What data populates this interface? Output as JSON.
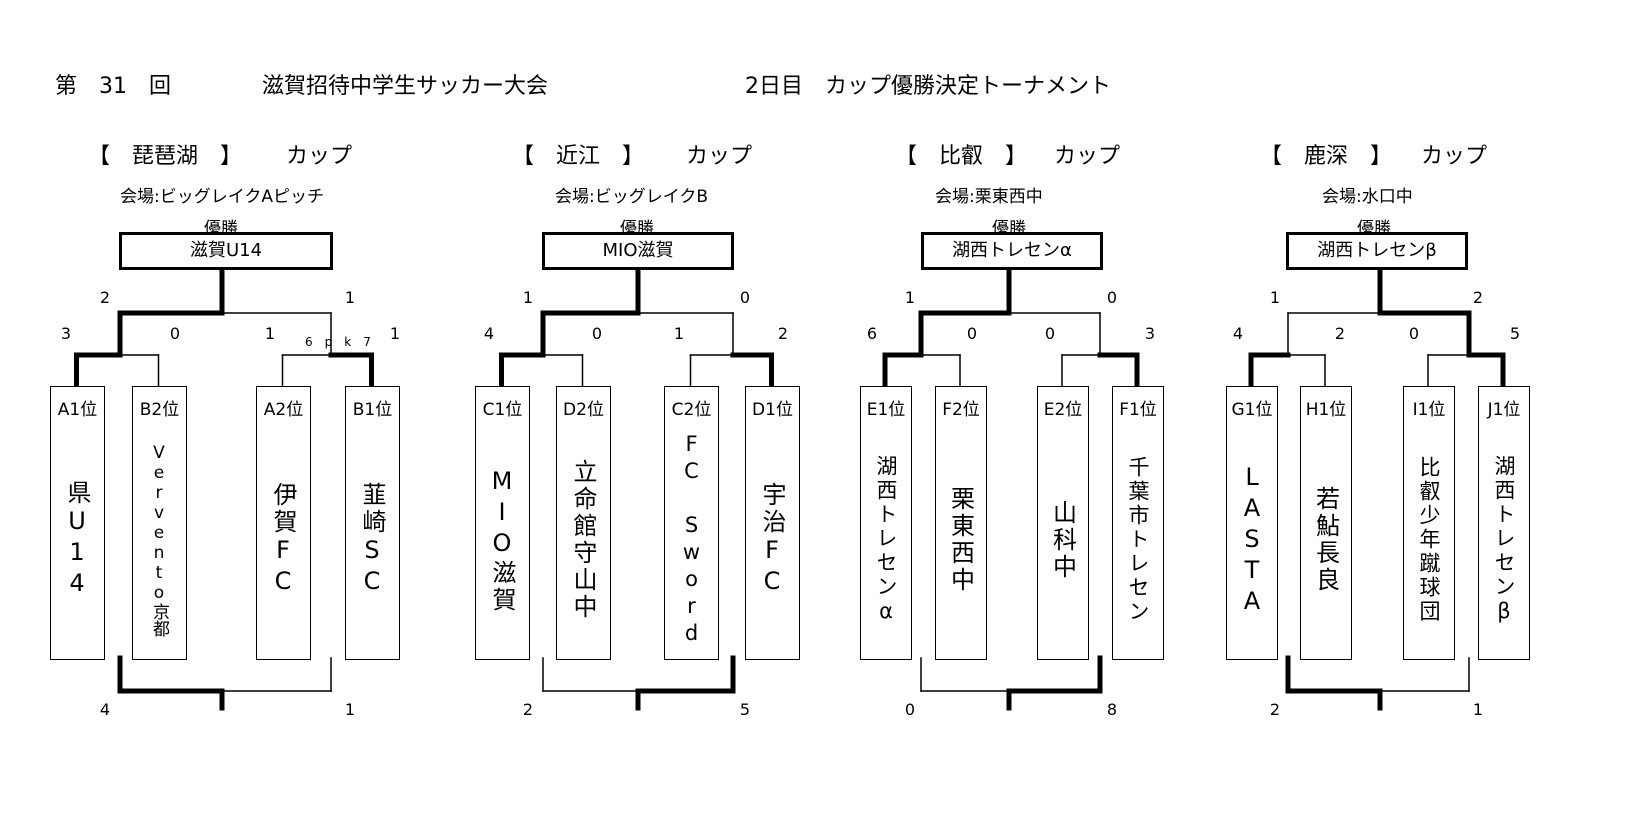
{
  "header": {
    "edition": "第　31　回",
    "tournament": "滋賀招待中学生サッカー大会",
    "day": "2日目　カップ優勝決定トーナメント"
  },
  "win_label": "優勝",
  "cups": [
    {
      "name": "【　琵琶湖　】",
      "suffix": "カップ",
      "venue": "会場:ビッグレイクAピッチ",
      "champion": "滋賀U14",
      "final_top_scores": [
        "2",
        "1"
      ],
      "semi_scores": [
        "3",
        "0",
        "1",
        "1"
      ],
      "pk": "6　p　k　7",
      "teams": [
        {
          "seed": "A1位",
          "name": "県U14"
        },
        {
          "seed": "B2位",
          "name": "Vervento京都"
        },
        {
          "seed": "A2位",
          "name": "伊賀FC"
        },
        {
          "seed": "B1位",
          "name": "韮崎SC"
        }
      ],
      "third_place_scores": [
        "4",
        "1"
      ]
    },
    {
      "name": "【　近江　】",
      "suffix": "カップ",
      "venue": "会場:ビッグレイクB",
      "champion": "MIO滋賀",
      "final_top_scores": [
        "1",
        "0"
      ],
      "semi_scores": [
        "4",
        "0",
        "1",
        "2"
      ],
      "pk": "",
      "teams": [
        {
          "seed": "C1位",
          "name": "MIO滋賀"
        },
        {
          "seed": "D2位",
          "name": "立命館守山中"
        },
        {
          "seed": "C2位",
          "name": "FC Sword"
        },
        {
          "seed": "D1位",
          "name": "宇治FC"
        }
      ],
      "third_place_scores": [
        "2",
        "5"
      ]
    },
    {
      "name": "【　比叡　】",
      "suffix": "カップ",
      "venue": "会場:栗東西中",
      "champion": "湖西トレセンα",
      "final_top_scores": [
        "1",
        "0"
      ],
      "semi_scores": [
        "6",
        "0",
        "0",
        "3"
      ],
      "pk": "",
      "teams": [
        {
          "seed": "E1位",
          "name": "湖西トレセンα"
        },
        {
          "seed": "F2位",
          "name": "栗東西中"
        },
        {
          "seed": "E2位",
          "name": "山科中"
        },
        {
          "seed": "F1位",
          "name": "千葉市トレセン"
        }
      ],
      "third_place_scores": [
        "0",
        "8"
      ]
    },
    {
      "name": "【　鹿深　】",
      "suffix": "カップ",
      "venue": "会場:水口中",
      "champion": "湖西トレセンβ",
      "final_top_scores": [
        "1",
        "2"
      ],
      "semi_scores": [
        "4",
        "2",
        "0",
        "5"
      ],
      "pk": "",
      "teams": [
        {
          "seed": "G1位",
          "name": "LASTA"
        },
        {
          "seed": "H1位",
          "name": "若鮎長良"
        },
        {
          "seed": "I1位",
          "name": "比叡少年蹴球団"
        },
        {
          "seed": "J1位",
          "name": "湖西トレセンβ"
        }
      ],
      "third_place_scores": [
        "2",
        "1"
      ]
    }
  ]
}
